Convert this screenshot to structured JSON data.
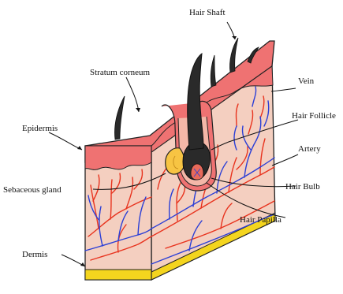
{
  "labels": {
    "hair_shaft": "Hair Shaft",
    "stratum_corneum": "Stratum corneum",
    "vein": "Vein",
    "epidermis": "Epidermis",
    "hair_follicle": "Hair Follicle",
    "artery": "Artery",
    "sebaceous_gland": "Sebaceous gland",
    "hair_bulb": "Hair Bulb",
    "hair_papilla": "Hair Papilla",
    "dermis": "Dermis"
  },
  "colors": {
    "epidermis": "#ef6f6f",
    "dermis": "#f4cfc0",
    "fat_layer": "#f4d51e",
    "artery": "#e8331e",
    "vein": "#2b3fd6",
    "hair": "#2a2a2a",
    "sebaceous_gland": "#f7c443"
  }
}
